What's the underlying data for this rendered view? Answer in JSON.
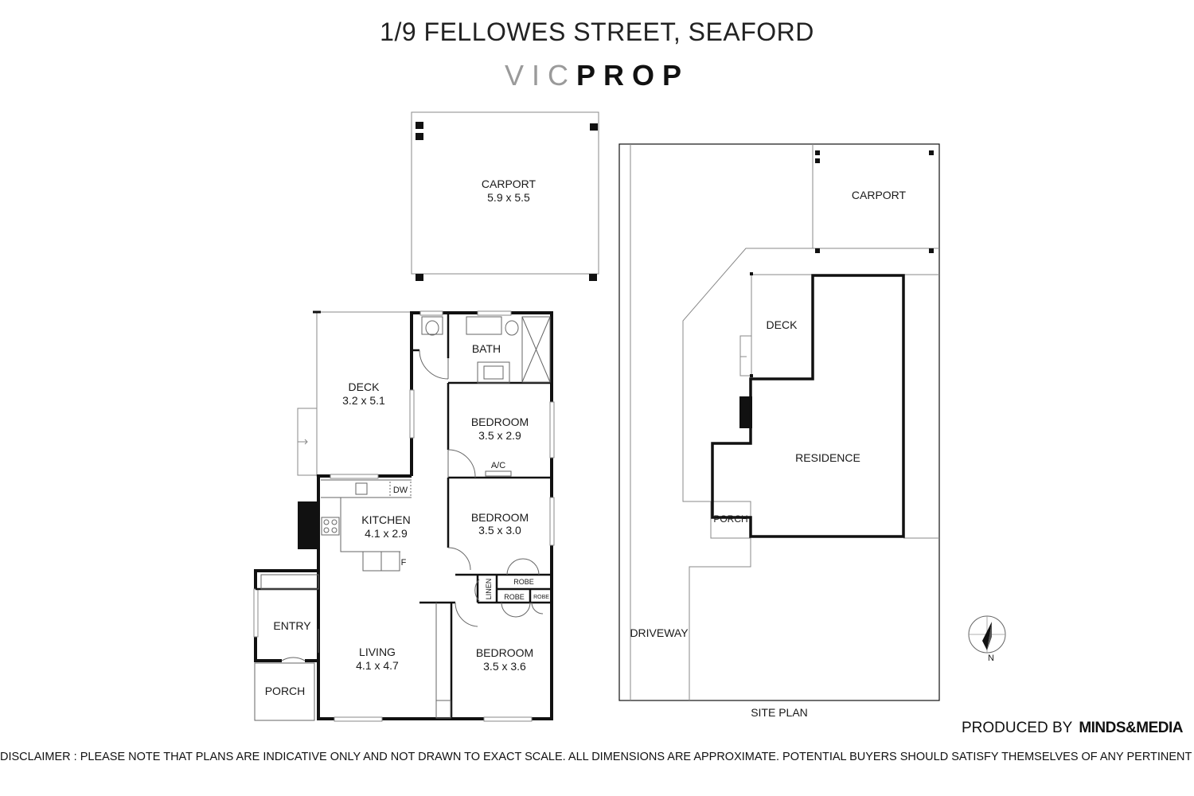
{
  "header": {
    "title": "1/9 FELLOWES STREET, SEAFORD",
    "brand_light": "VIC",
    "brand_bold": "PROP"
  },
  "floor_plan": {
    "carport": {
      "name": "CARPORT",
      "size": "5.9 x 5.5"
    },
    "deck": {
      "name": "DECK",
      "size": "3.2 x 5.1"
    },
    "bath": {
      "name": "BATH"
    },
    "bedroom1": {
      "name": "BEDROOM",
      "size": "3.5 x 2.9"
    },
    "ac": "A/C",
    "kitchen": {
      "name": "KITCHEN",
      "size": "4.1 x 2.9"
    },
    "dw": "DW",
    "fridge": "F",
    "bedroom2": {
      "name": "BEDROOM",
      "size": "3.5 x 3.0"
    },
    "linen": "LINEN",
    "robe_a": "ROBE",
    "robe_b": "ROBE",
    "robe_c": "ROBE",
    "entry": {
      "name": "ENTRY"
    },
    "living": {
      "name": "LIVING",
      "size": "4.1 x 4.7"
    },
    "bedroom3": {
      "name": "BEDROOM",
      "size": "3.5 x 3.6"
    },
    "porch": {
      "name": "PORCH"
    }
  },
  "site_plan": {
    "title": "SITE PLAN",
    "carport": "CARPORT",
    "deck": "DECK",
    "residence": "RESIDENCE",
    "porch": "PORCH",
    "driveway": "DRIVEWAY",
    "north": "N"
  },
  "footer": {
    "produced_by": "PRODUCED BY",
    "producer_name": "MINDS&MEDIA",
    "disclaimer": "DISCLAIMER : PLEASE NOTE THAT PLANS ARE INDICATIVE ONLY AND NOT DRAWN TO EXACT SCALE. ALL DIMENSIONS ARE APPROXIMATE. POTENTIAL BUYERS SHOULD SATISFY THEMSELVES OF ANY PERTINENT MATTERS."
  },
  "colors": {
    "wall": "#111111",
    "thin_line": "#777777",
    "brand_grey": "#9a9a9a"
  }
}
